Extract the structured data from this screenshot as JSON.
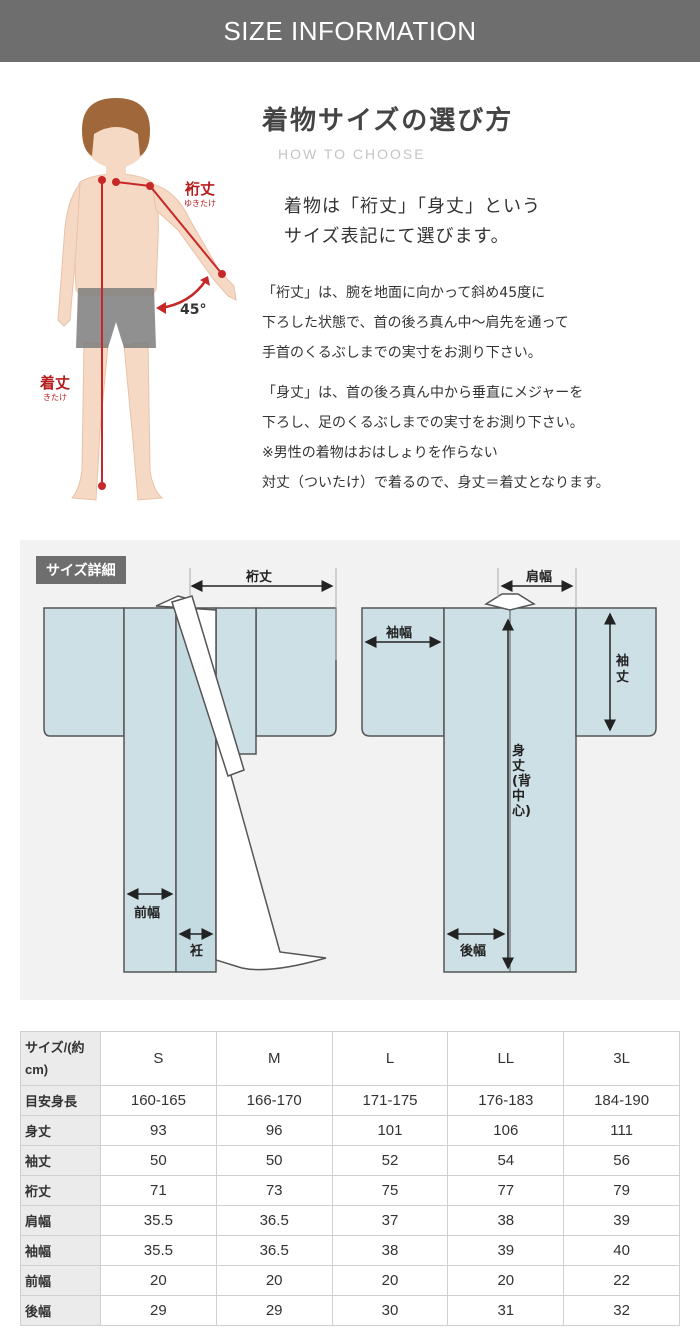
{
  "header": {
    "title": "SIZE INFORMATION"
  },
  "figure": {
    "yukitake_label": "裄丈",
    "yukitake_reading": "ゆきたけ",
    "kitake_label": "着丈",
    "kitake_reading": "きたけ",
    "angle_label": "45°"
  },
  "guide": {
    "title": "着物サイズの選び方",
    "subtitle": "HOW TO CHOOSE",
    "lead": [
      "着物は「裄丈」「身丈」という",
      "サイズ表記にて選びます。"
    ],
    "para1": [
      "「裄丈」は、腕を地面に向かって斜め45度に",
      "下ろした状態で、首の後ろ真ん中～肩先を通って",
      "手首のくるぶしまでの実寸をお測り下さい。"
    ],
    "para2": [
      "「身丈」は、首の後ろ真ん中から垂直にメジャーを",
      "下ろし、足のくるぶしまでの実寸をお測り下さい。",
      "※男性の着物はおはしょりを作らない",
      "対丈（ついたけ）で着るので、身丈＝着丈となります。"
    ]
  },
  "diagram": {
    "tag": "サイズ詳細",
    "yukitake": "裄丈",
    "katahaba": "肩幅",
    "sodehaba": "袖幅",
    "sodetake": "袖丈",
    "mitake": "身丈(背中心)",
    "maehaba": "前幅",
    "okumi": "衽",
    "ushirohaba": "後幅"
  },
  "table": {
    "corner": "サイズ/(約cm)",
    "columns": [
      "S",
      "M",
      "L",
      "LL",
      "3L"
    ],
    "rows": [
      {
        "label": "目安身長",
        "values": [
          "160-165",
          "166-170",
          "171-175",
          "176-183",
          "184-190"
        ]
      },
      {
        "label": "身丈",
        "values": [
          "93",
          "96",
          "101",
          "106",
          "111"
        ]
      },
      {
        "label": "袖丈",
        "values": [
          "50",
          "50",
          "52",
          "54",
          "56"
        ]
      },
      {
        "label": "裄丈",
        "values": [
          "71",
          "73",
          "75",
          "77",
          "79"
        ]
      },
      {
        "label": "肩幅",
        "values": [
          "35.5",
          "36.5",
          "37",
          "38",
          "39"
        ]
      },
      {
        "label": "袖幅",
        "values": [
          "35.5",
          "36.5",
          "38",
          "39",
          "40"
        ]
      },
      {
        "label": "前幅",
        "values": [
          "20",
          "20",
          "20",
          "20",
          "22"
        ]
      },
      {
        "label": "後幅",
        "values": [
          "29",
          "29",
          "30",
          "31",
          "32"
        ]
      }
    ]
  }
}
